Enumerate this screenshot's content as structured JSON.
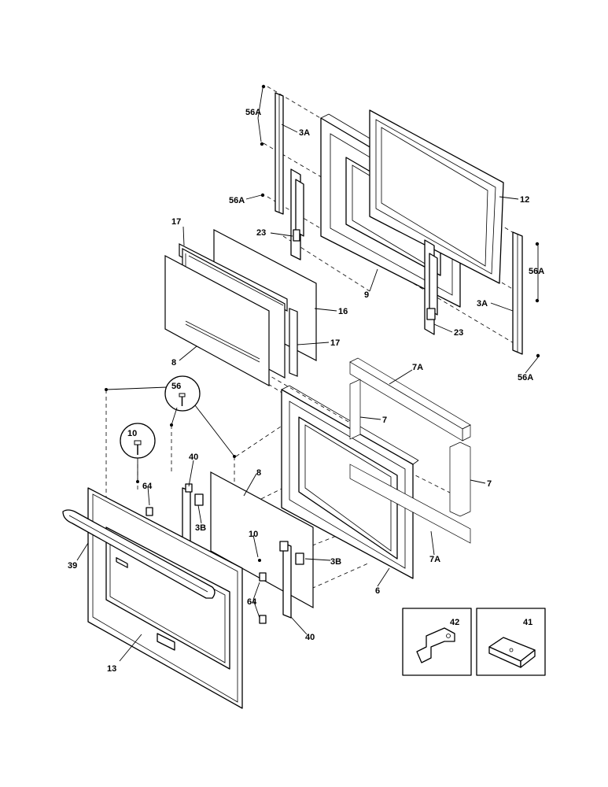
{
  "diagram": {
    "callouts": {
      "c56a_top": "56A",
      "c3a_top": "3A",
      "c56a_mid": "56A",
      "c12": "12",
      "c17_top": "17",
      "c23_left": "23",
      "c9": "9",
      "c16": "16",
      "c17_mid": "17",
      "c8_upper": "8",
      "c56a_right": "56A",
      "c3a_right": "3A",
      "c23_right": "23",
      "c56a_bottom": "56A",
      "c56_screw": "56",
      "c10_screw": "10",
      "c7a_top": "7A",
      "c7_left": "7",
      "c7_right": "7",
      "c7a_bottom": "7A",
      "c40_upper": "40",
      "c8_lower": "8",
      "c64_upper": "64",
      "c3b_left": "3B",
      "c10_lower": "10",
      "c3b_right": "3B",
      "c39": "39",
      "c6": "6",
      "c64_lower": "64",
      "c40_lower": "40",
      "c13": "13",
      "c42": "42",
      "c41": "41"
    }
  }
}
